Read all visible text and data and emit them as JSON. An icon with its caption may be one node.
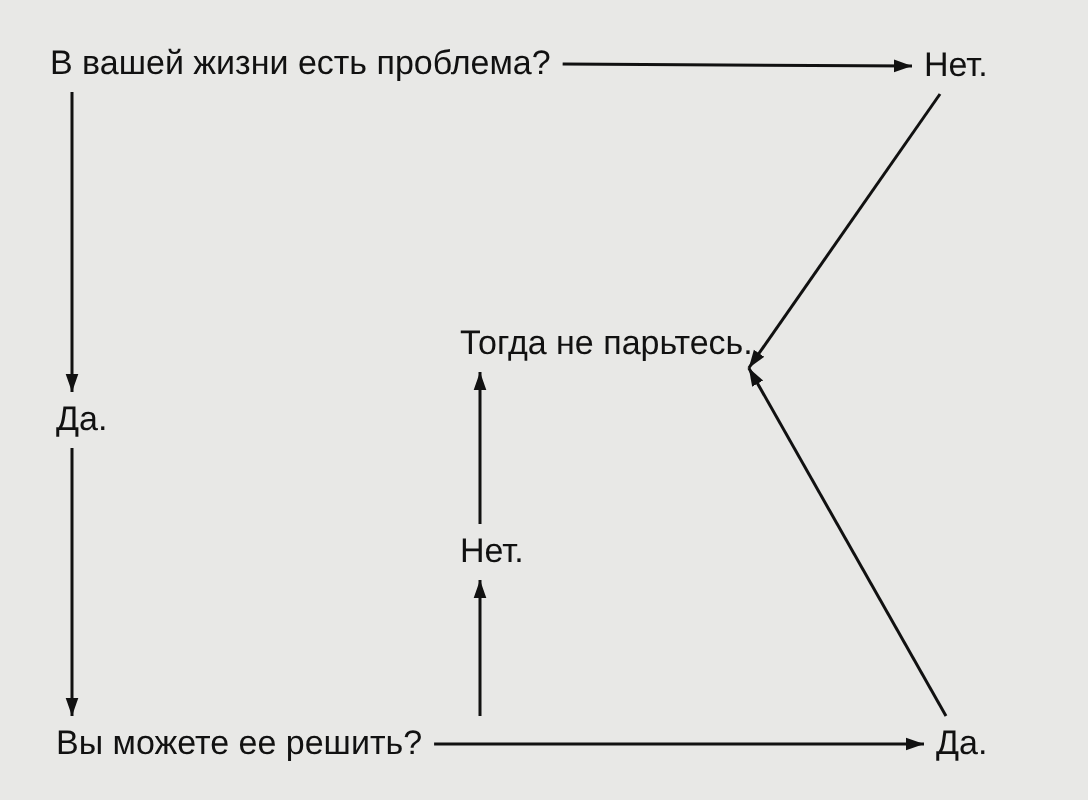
{
  "diagram": {
    "nodes": [
      {
        "text": [
          "В вашей жизни есть проблема?"
        ]
      },
      {
        "text": [
          "Нет."
        ]
      },
      {
        "text": [
          "Да."
        ]
      },
      {
        "text": [
          "Тогда не парьтесь."
        ]
      },
      {
        "text": [
          "Нет."
        ]
      },
      {
        "text": [
          "Вы можете ее решить?"
        ]
      },
      {
        "text": [
          "Да."
        ]
      }
    ],
    "edges": [
      {
        "from": 0,
        "to": 1,
        "arrow": "to"
      },
      {
        "from": 0,
        "to": 2,
        "arrow": "to"
      },
      {
        "from": 1,
        "to": 3,
        "arrow": "to"
      },
      {
        "from": 2,
        "to": 5,
        "arrow": "to"
      },
      {
        "from": 5,
        "to": 6,
        "arrow": "to"
      },
      {
        "from": 5,
        "to": 4,
        "arrow": "to"
      },
      {
        "from": 4,
        "to": 3,
        "arrow": "to"
      },
      {
        "from": 6,
        "to": 3,
        "arrow": "to"
      }
    ]
  }
}
